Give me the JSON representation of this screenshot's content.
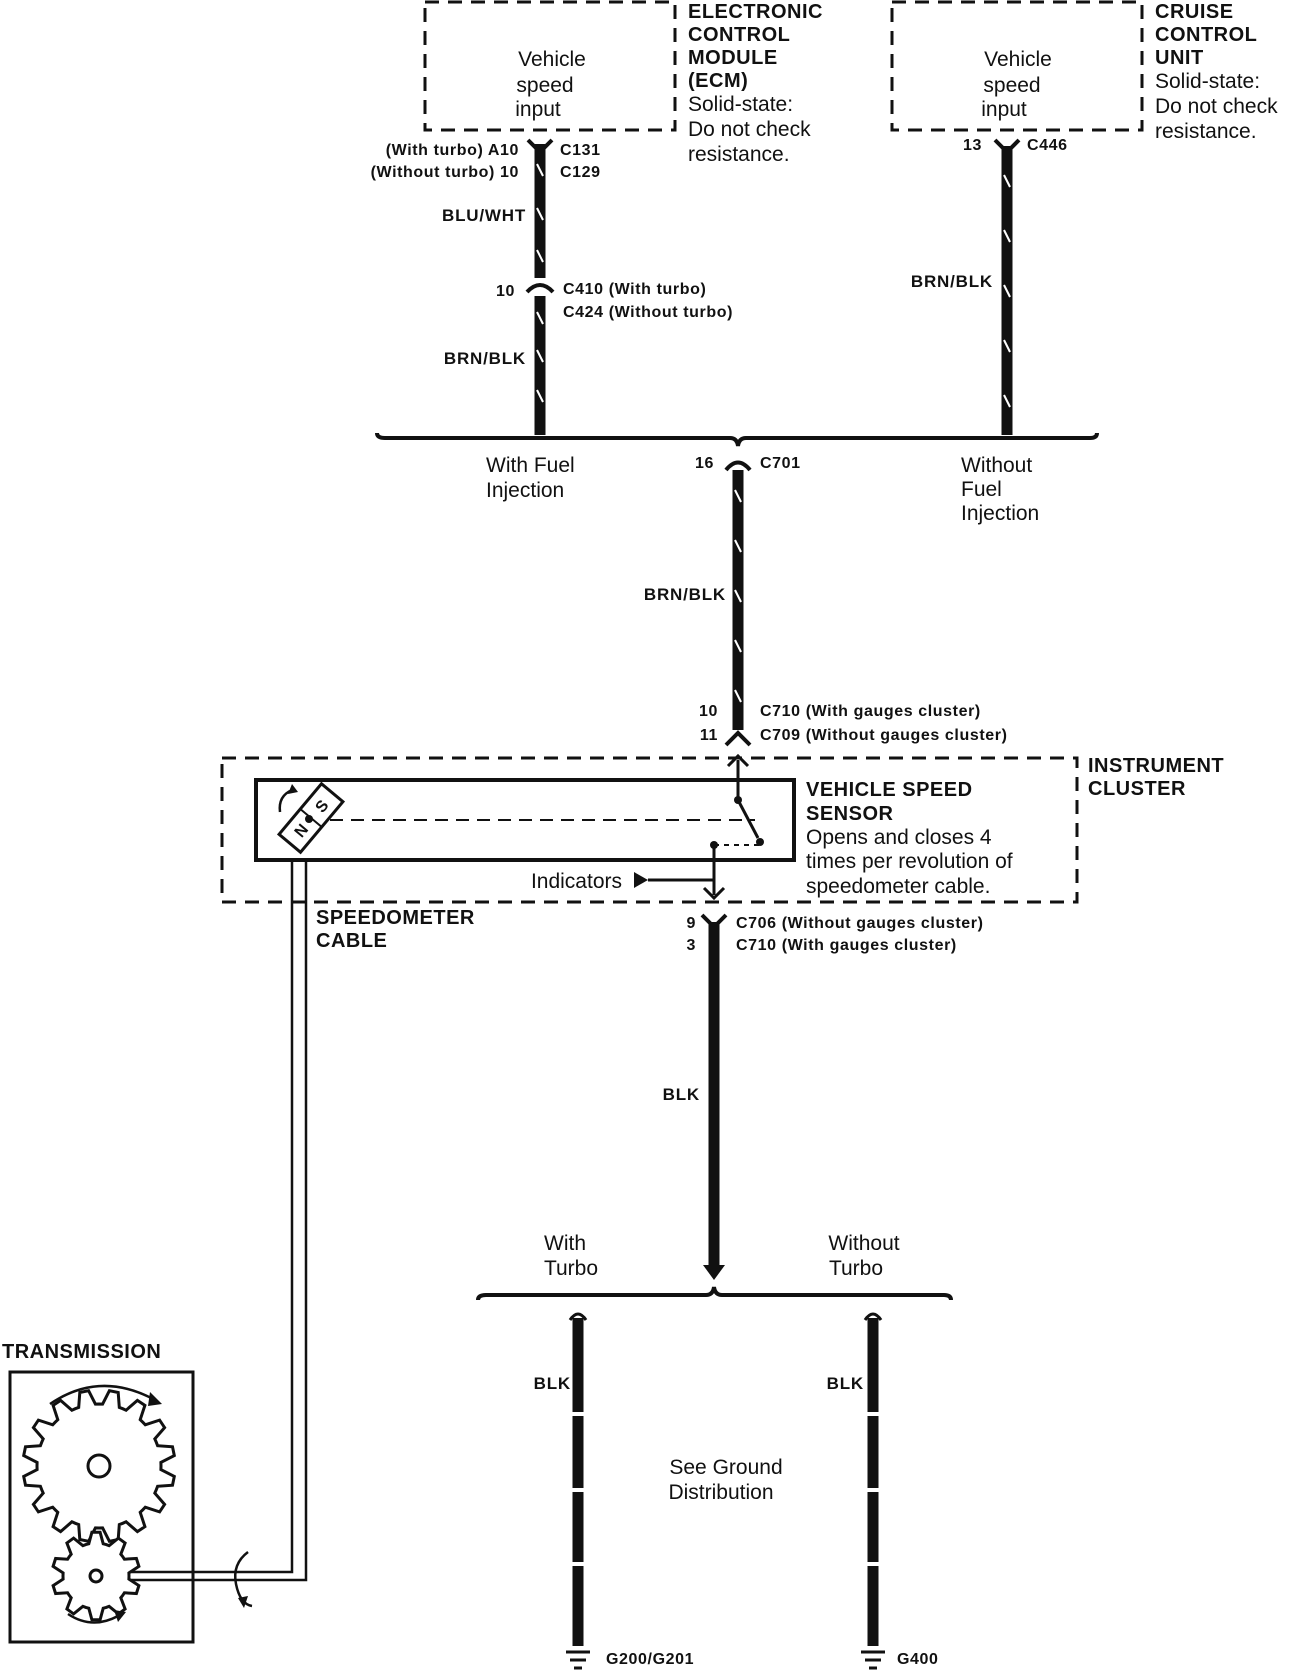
{
  "ecm": {
    "title": [
      "ELECTRONIC",
      "CONTROL",
      "MODULE",
      "(ECM)"
    ],
    "note": [
      "Solid-state:",
      "Do not check",
      "resistance."
    ],
    "box": [
      "Vehicle",
      "speed",
      "input"
    ]
  },
  "cruise": {
    "title": [
      "CRUISE",
      "CONTROL",
      "UNIT"
    ],
    "note": [
      "Solid-state:",
      "Do not check",
      "resistance."
    ],
    "box": [
      "Vehicle",
      "speed",
      "input"
    ]
  },
  "connectors": {
    "c131_pin": "(With turbo)  A10",
    "c131": "C131",
    "c129_pin": "(Without turbo)  10",
    "c129": "C129",
    "c446_pin": "13",
    "c446": "C446",
    "c410_pin": "10",
    "c410": "C410  (With turbo)",
    "c424": "C424   (Without turbo)",
    "c701_pin": "16",
    "c701": "C701",
    "c710_top_pin": "10",
    "c710_top": "C710   (With gauges cluster)",
    "c709_pin": "11",
    "c709": "C709   (Without gauges cluster)",
    "c706_pin": "9",
    "c706": "C706   (Without gauges cluster)",
    "c710_bot_pin": "3",
    "c710_bot": "C710   (With gauges cluster)",
    "g200": "G200/G201",
    "g400": "G400"
  },
  "wires": {
    "blu_wht": "BLU/WHT",
    "brn_blk_1": "BRN/BLK",
    "brn_blk_2": "BRN/BLK",
    "brn_blk_3": "BRN/BLK",
    "blk_1": "BLK",
    "blk_2": "BLK",
    "blk_3": "BLK"
  },
  "splits": {
    "with_fi": [
      "With Fuel",
      "Injection"
    ],
    "without_fi": [
      "Without",
      "Fuel",
      "Injection"
    ],
    "with_turbo": [
      "With",
      "Turbo"
    ],
    "without_turbo": [
      "Without",
      "Turbo"
    ]
  },
  "cluster": {
    "title": [
      "INSTRUMENT",
      "CLUSTER"
    ],
    "sensor_title": [
      "VEHICLE SPEED",
      "SENSOR"
    ],
    "sensor_desc": [
      "Opens and closes 4",
      "times per revolution of",
      "speedometer cable."
    ],
    "indicators": "Indicators",
    "magnet_n": "N",
    "magnet_s": "S"
  },
  "cable": [
    "SPEEDOMETER",
    "CABLE"
  ],
  "transmission": "TRANSMISSION",
  "ground_note": [
    "See Ground",
    "Distribution"
  ]
}
